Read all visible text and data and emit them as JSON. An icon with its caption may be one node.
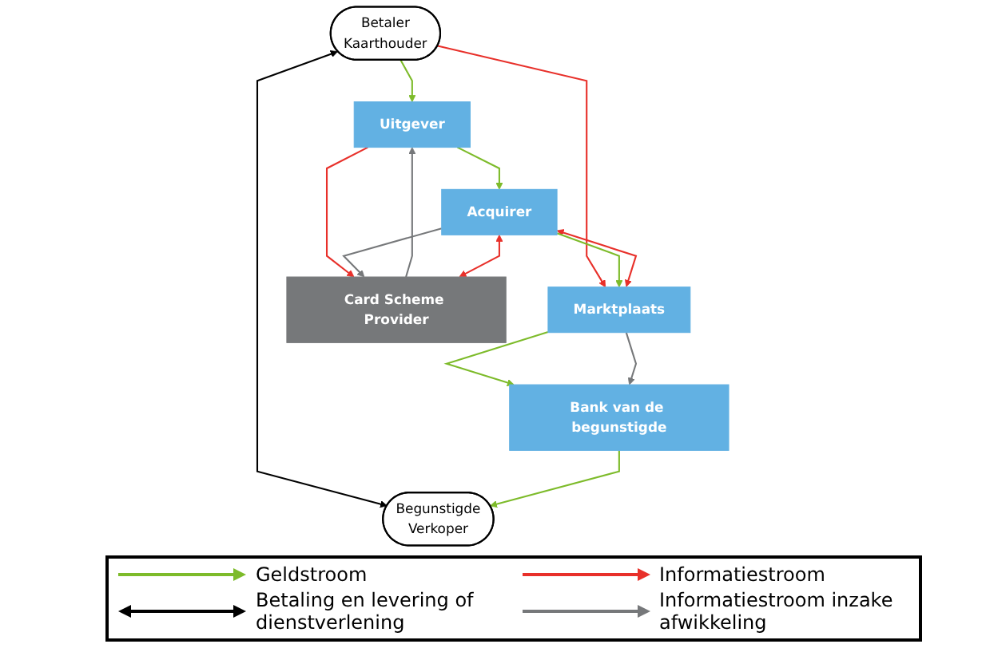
{
  "diagram": {
    "nodes": [
      {
        "text": [
          "Betaler",
          "Kaarthouder"
        ]
      },
      {
        "text": [
          "Begunstigde",
          "Verkoper"
        ]
      },
      {
        "text": [
          "Marktplaats"
        ]
      },
      {
        "text": [
          "Bank van de begunstigde"
        ]
      },
      {
        "text": [
          "Uitgever"
        ]
      },
      {
        "text": [
          "Acquirer"
        ]
      },
      {
        "text": [
          "Card Scheme Provider"
        ]
      }
    ],
    "edges": [
      {
        "from": 0,
        "to": 1,
        "arrow": "both",
        "color": "#000000"
      },
      {
        "from": 0,
        "to": 4,
        "arrow": "to"
      },
      {
        "from": 0,
        "to": 2,
        "arrow": "to",
        "color": "#e8302a"
      },
      {
        "from": 2,
        "to": 3,
        "arrow": "to"
      },
      {
        "from": 2,
        "to": 3,
        "arrow": "to",
        "color": "#76787a"
      },
      {
        "from": 3,
        "to": 1,
        "arrow": "to"
      },
      {
        "from": 2,
        "to": 5,
        "arrow": "both",
        "color": "#e8302a"
      },
      {
        "from": 5,
        "to": 2,
        "arrow": "to"
      },
      {
        "from": 4,
        "to": 5,
        "arrow": "to"
      },
      {
        "from": 4,
        "to": 6,
        "arrow": "to",
        "color": "#e8302a"
      },
      {
        "from": 6,
        "to": 4,
        "arrow": "to",
        "color": "#76787a"
      },
      {
        "from": 6,
        "to": 5,
        "arrow": "both",
        "color": "#e8302a"
      },
      {
        "from": 5,
        "to": 6,
        "arrow": "to",
        "color": "#76787a"
      }
    ],
    "legend": [
      {
        "text": "Geldstroom"
      },
      {
        "text": "Informatiestroom"
      },
      {
        "text": "Betaling en levering of dienstverlening"
      },
      {
        "text": "Informatiestroom inzake afwikkeling"
      }
    ]
  }
}
